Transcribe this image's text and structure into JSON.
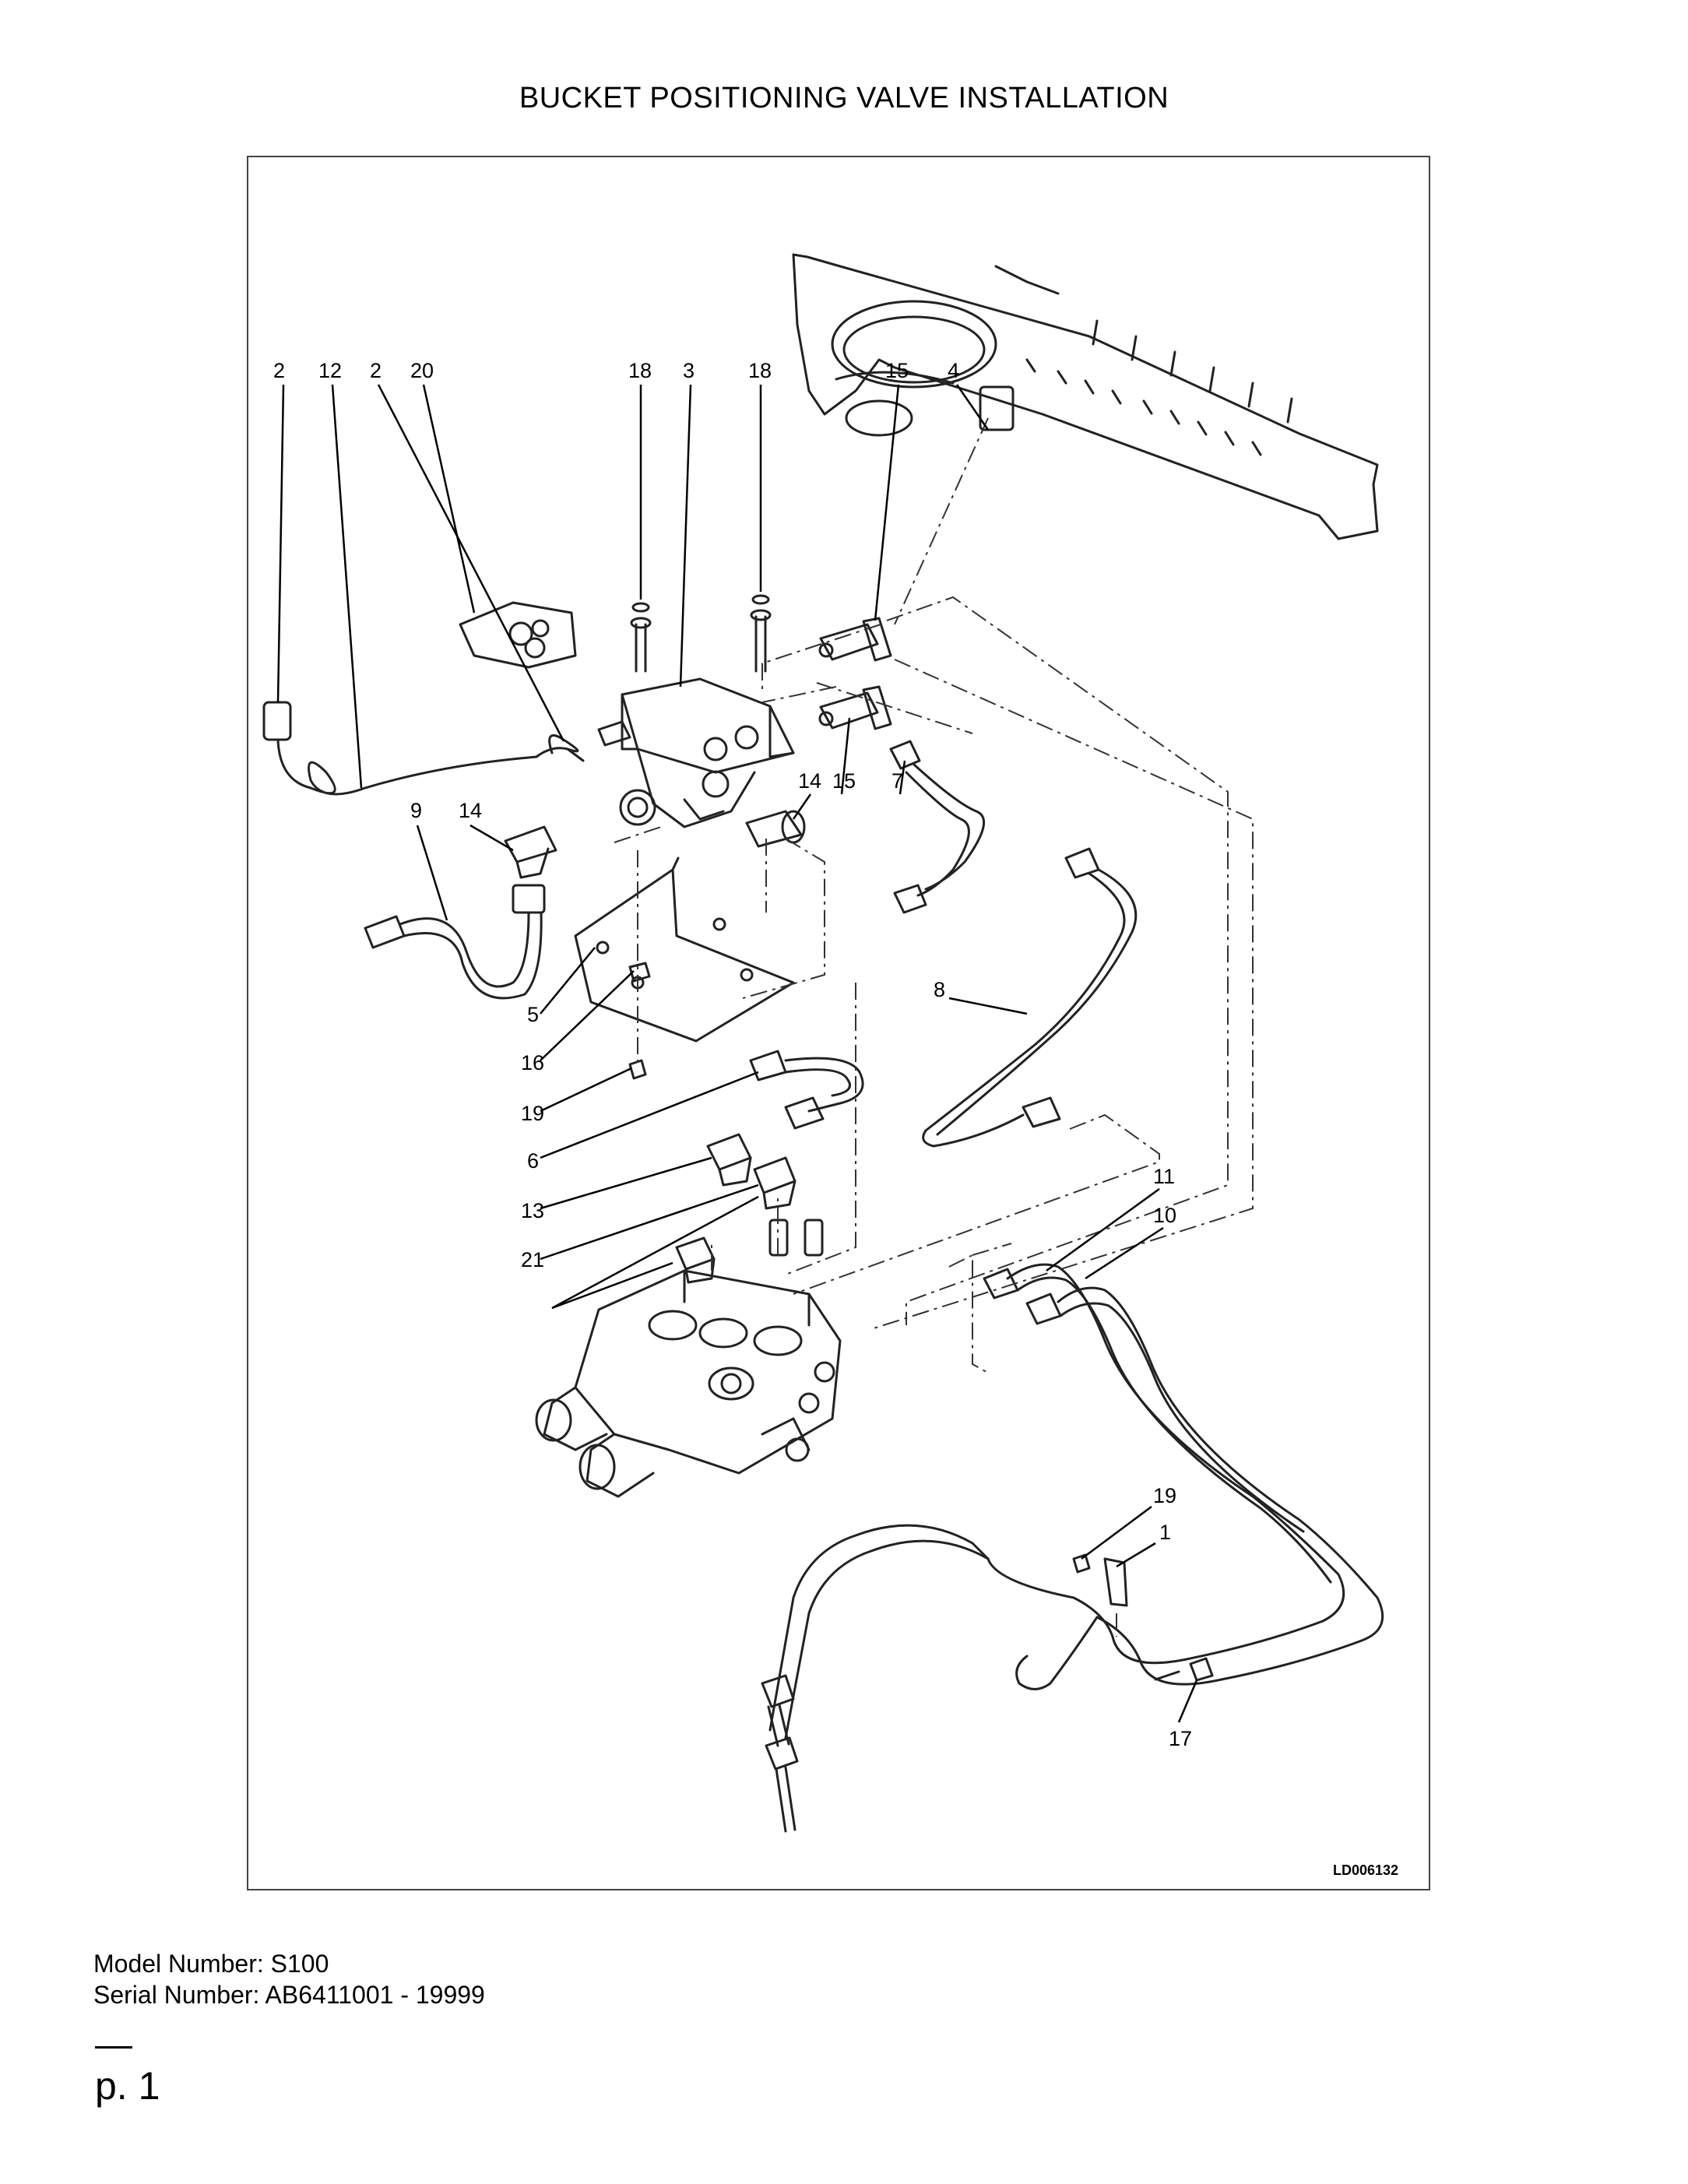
{
  "page_title": "BUCKET POSITIONING VALVE INSTALLATION",
  "figure": {
    "drawing_code": "LD006132",
    "callouts": {
      "c2a": "2",
      "c12": "12",
      "c2b": "2",
      "c20": "20",
      "c18a": "18",
      "c3": "3",
      "c18b": "18",
      "c15a": "15",
      "c4": "4",
      "c9": "9",
      "c14a": "14",
      "c14b": "14",
      "c15b": "15",
      "c7": "7",
      "c8": "8",
      "c5": "5",
      "c16": "16",
      "c19a": "19",
      "c6": "6",
      "c13": "13",
      "c21": "21",
      "c11": "11",
      "c10": "10",
      "c19b": "19",
      "c1": "1",
      "c17": "17"
    }
  },
  "footer": {
    "model_line": "Model Number: S100",
    "serial_line": "Serial Number: AB6411001 - 19999",
    "page_label": "p. 1"
  }
}
